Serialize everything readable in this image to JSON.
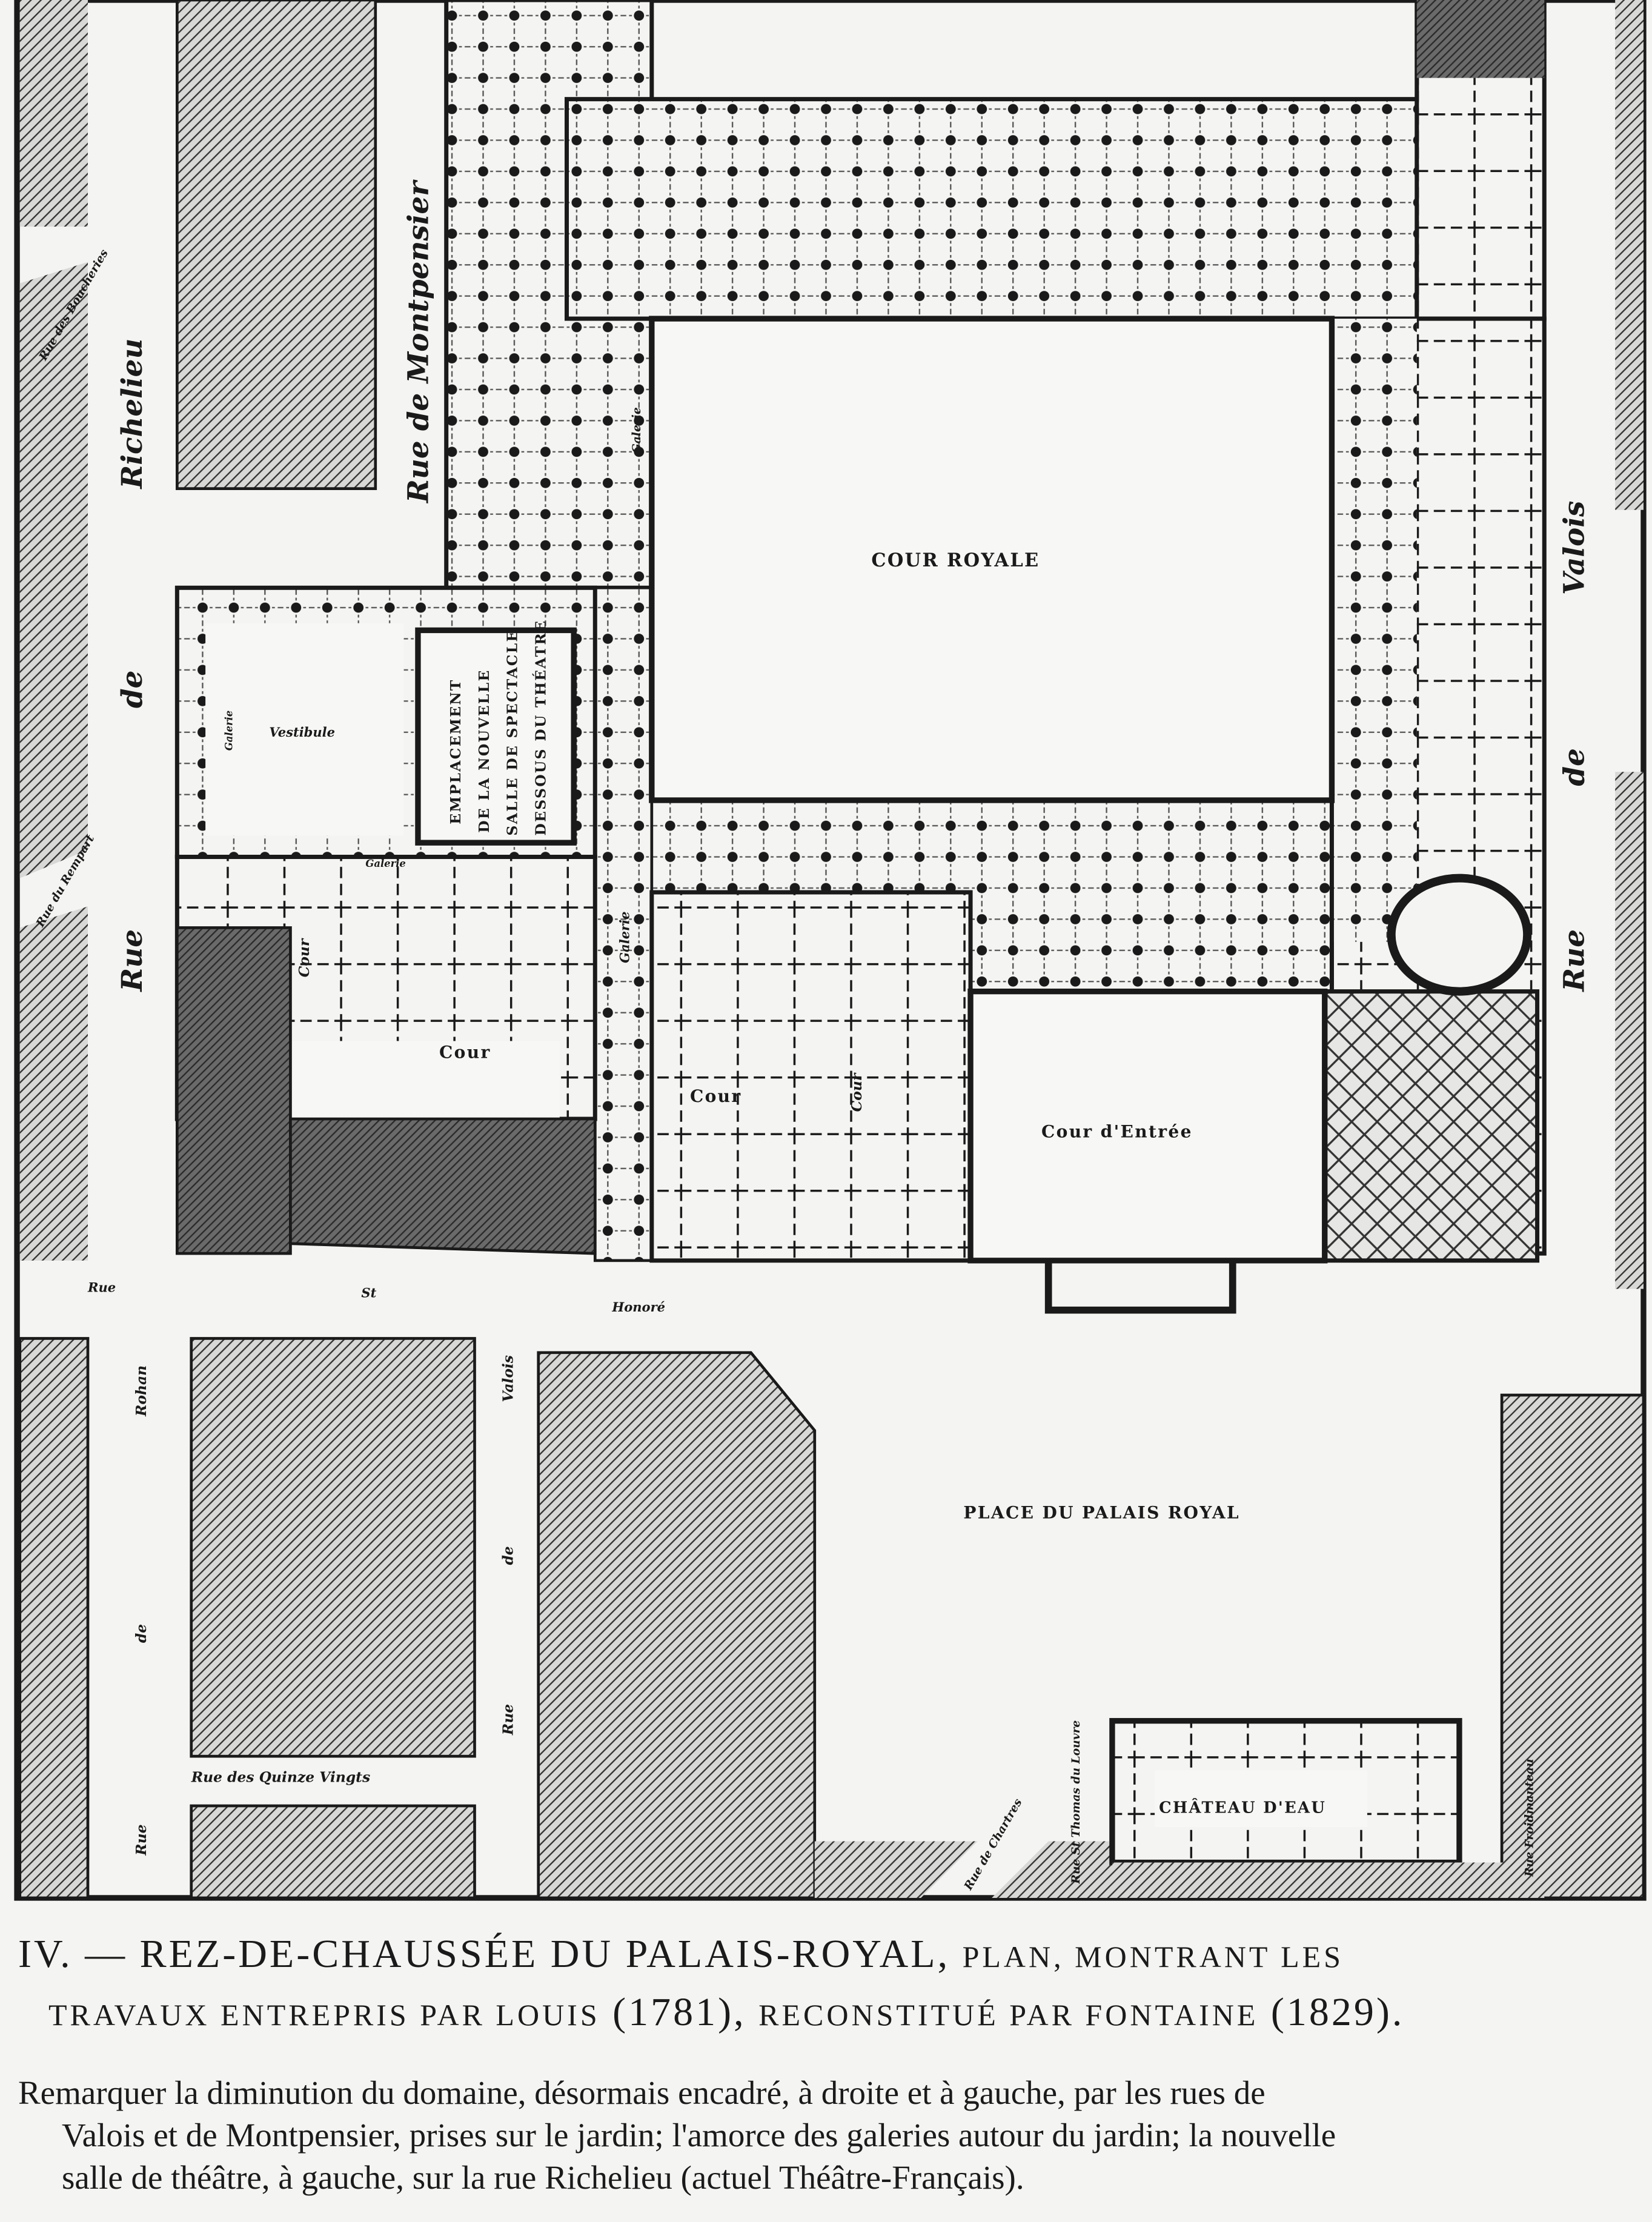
{
  "plan": {
    "labels": {
      "cour_royale": "COUR ROYALE",
      "cour_entree": "Cour d'Entrée",
      "cour_left": "Cour",
      "cour_middle": "Cour",
      "cour_small": "Cour",
      "cour_small2": "Cour",
      "vestibule": "Vestibule",
      "galerie_1": "Galerie",
      "galerie_2": "Galerie",
      "galerie_3": "Galerie",
      "galerie_4": "Galerie",
      "theatre_lines": [
        "EMPLACEMENT",
        "DE LA NOUVELLE",
        "SALLE DE SPECTACLE",
        "DESSOUS DU THÉATRE"
      ],
      "place": "PLACE DU PALAIS ROYAL",
      "chateau_eau": "CHÂTEAU D'EAU"
    },
    "streets": {
      "richelieu": [
        "Rue",
        "de",
        "Richelieu"
      ],
      "montpensier": "Rue de Montpensier",
      "valois": [
        "Rue",
        "de",
        "Valois"
      ],
      "st_honore": [
        "Rue",
        "St",
        "Honoré"
      ],
      "boucheries": "Rue des Boucheries",
      "rempart": "Rue du Rempart",
      "rohan": [
        "Rue",
        "de",
        "Rohan"
      ],
      "valois_lower": [
        "Rue",
        "de",
        "Valois"
      ],
      "quinze_vingts": "Rue des Quinze Vingts",
      "chartres": "Rue de Chartres",
      "st_thomas": "Rue St Thomas du Louvre",
      "froidmanteau": "Rue Froidmanteau"
    }
  },
  "caption": {
    "number": "IV. —",
    "title": "REZ-DE-CHAUSSÉE DU PALAIS-ROYAL,",
    "subtitle_1": "PLAN, MONTRANT LES",
    "subtitle_2a": "TRAVAUX ENTREPRIS PAR LOUIS",
    "year_1": "(1781),",
    "subtitle_2b": "RECONSTITUÉ PAR FONTAINE",
    "year_2": "(1829).",
    "remark_1": "Remarquer la diminution du domaine, désormais encadré, à droite et à gauche, par les rues de",
    "remark_2": "Valois et de Montpensier, prises sur le jardin; l'amorce des galeries autour du jardin; la nouvelle",
    "remark_3": "salle de théâtre, à gauche, sur la rue Richelieu (actuel Théâtre-Français)."
  },
  "colors": {
    "ink": "#1a1a1a",
    "paper": "#f4f4f2",
    "dark_block": "#555555"
  }
}
